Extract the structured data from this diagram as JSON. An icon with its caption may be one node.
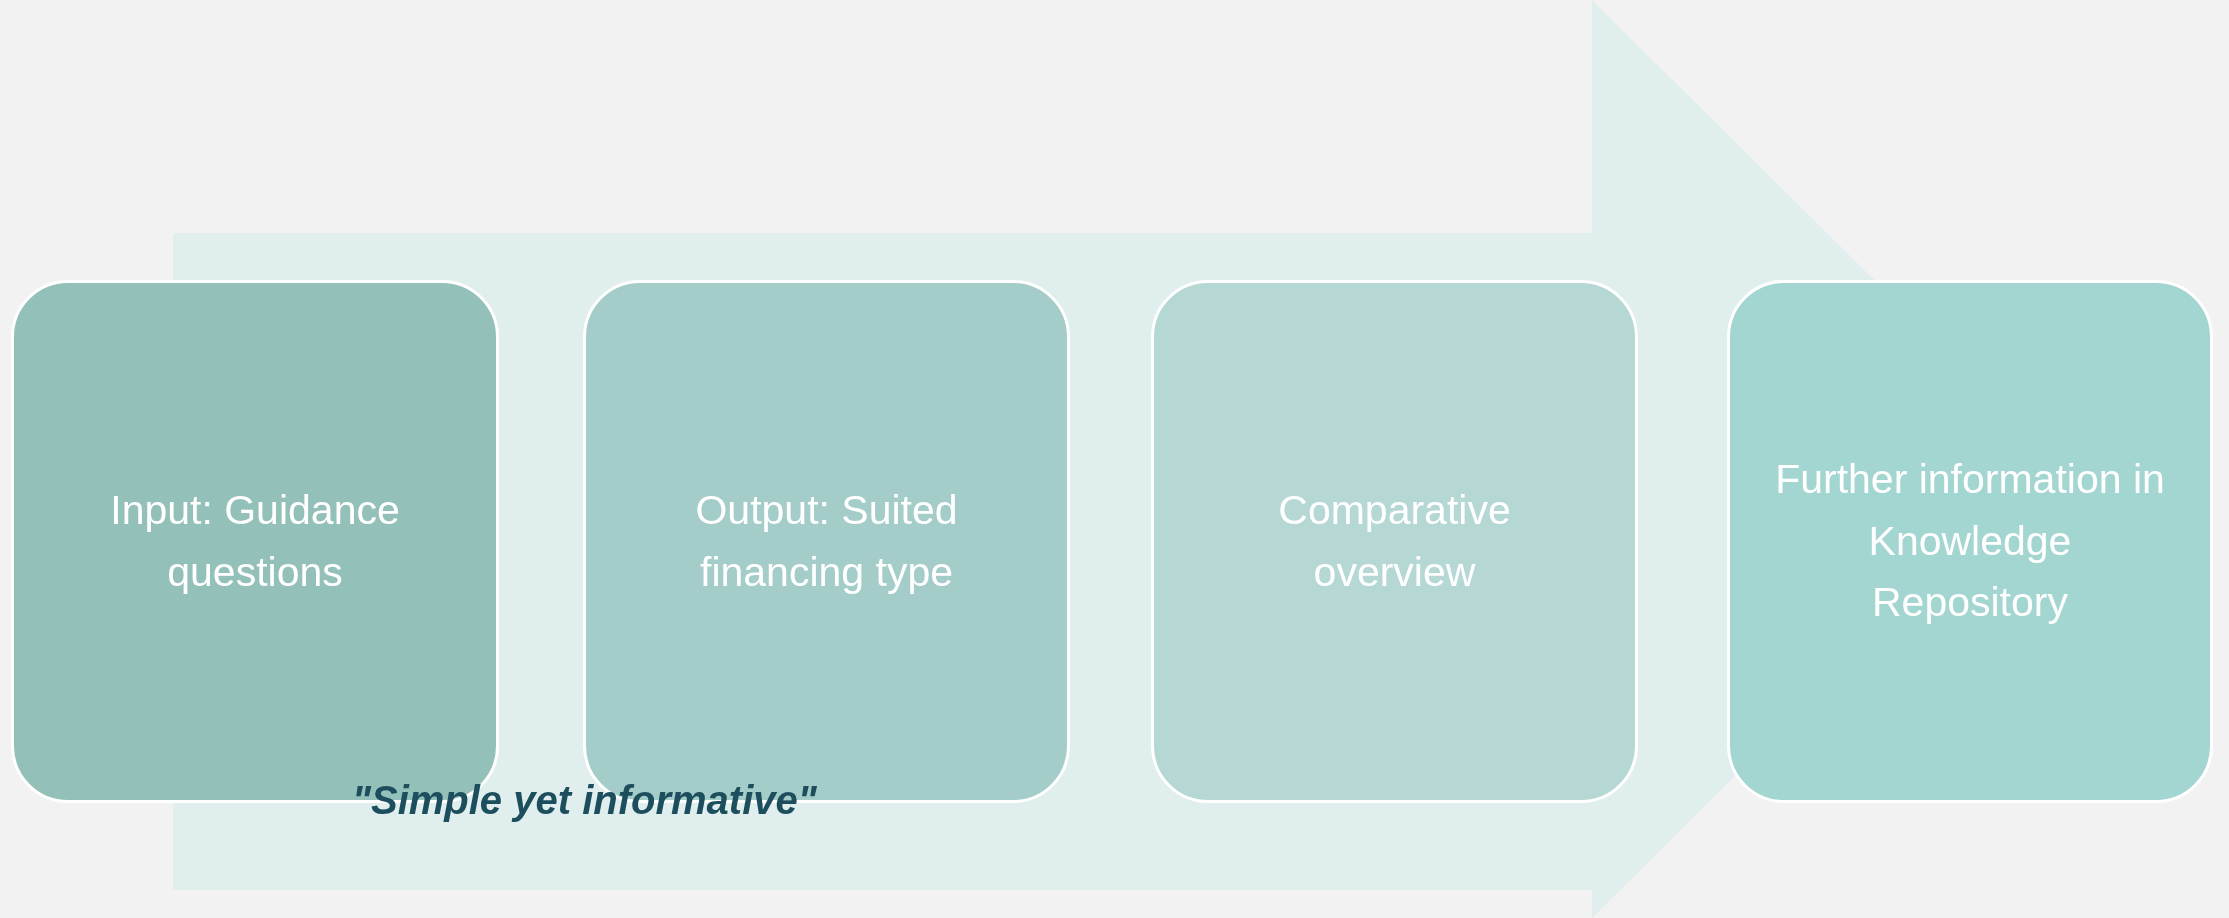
{
  "diagram": {
    "nodes": [
      {
        "text": [
          "Input: Guidance questions"
        ]
      },
      {
        "text": [
          "Output: Suited financing type"
        ]
      },
      {
        "text": [
          "Comparative overview"
        ]
      },
      {
        "text": [
          "Further information in Knowledge Repository"
        ]
      }
    ],
    "edges": [
      {
        "from": 0,
        "to": 3,
        "arrow": "to"
      }
    ],
    "labels": [
      "\"Simple yet informative\""
    ]
  }
}
